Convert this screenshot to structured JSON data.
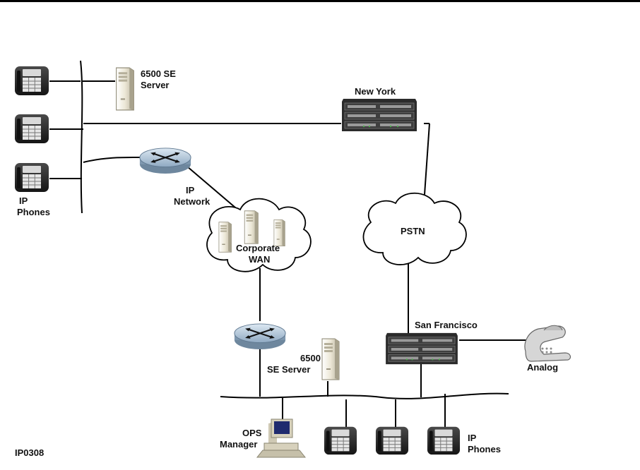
{
  "labels": {
    "server_top_line1": "6500 SE",
    "server_top_line2": "Server",
    "new_york": "New York",
    "ip_network_line1": "IP",
    "ip_network_line2": "Network",
    "ip_phones_top_line1": "IP",
    "ip_phones_top_line2": "Phones",
    "corporate_wan_line1": "Corporate",
    "corporate_wan_line2": "WAN",
    "pstn": "PSTN",
    "san_francisco": "San Francisco",
    "analog": "Analog",
    "server_bottom_line1": "6500",
    "server_bottom_line2": "SE Server",
    "ops_manager_line1": "OPS",
    "ops_manager_line2": "Manager",
    "ip_phones_bottom_line1": "IP",
    "ip_phones_bottom_line2": "Phones",
    "figure_id": "IP0308"
  },
  "colors": {
    "phone_body": "#2a2a2a",
    "phone_screen": "#d8d8d8",
    "router_top": "#b9cde0",
    "server_body": "#e9e4d3",
    "switch_body": "#2b2b2b",
    "cloud_fill": "#ffffff",
    "line": "#000000"
  }
}
